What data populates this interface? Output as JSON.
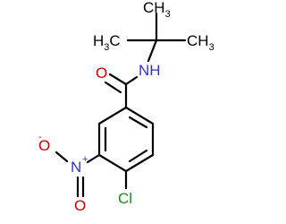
{
  "molecule": {
    "atoms": {
      "methyl_left": {
        "text": "H3C"
      },
      "methyl_right": {
        "text": "CH3"
      },
      "methyl_top": {
        "text": "CH3"
      },
      "amide_nh": {
        "text": "NH"
      },
      "carbonyl_o": {
        "text": "O"
      },
      "chlorine": {
        "text": "Cl"
      },
      "nitro_n": {
        "text": "N",
        "charge": "+"
      },
      "nitro_o_minus": {
        "text": "O",
        "charge": "-"
      },
      "nitro_o": {
        "text": "O"
      }
    },
    "colors": {
      "bond": "#000000",
      "nitrogen": "#3333cc",
      "oxygen": "#cc0000",
      "chlorine": "#1c8a1c",
      "carbon_label": "#000000"
    }
  }
}
